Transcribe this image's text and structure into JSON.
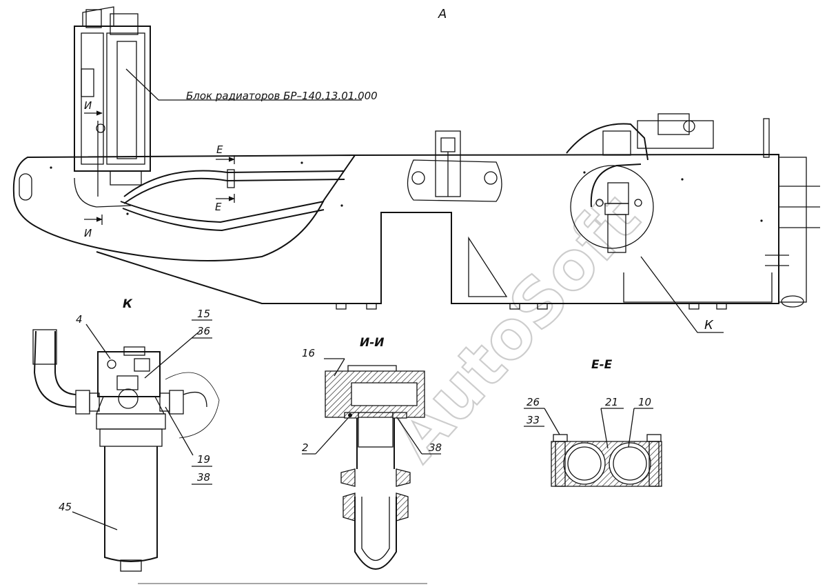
{
  "view": {
    "main_view_label": "А",
    "radiator_block_label": "Блок радиаторов БР–140.13.01.000",
    "view_k_marker": "К",
    "section_i_markers": [
      "И",
      "И"
    ],
    "section_e_markers": [
      "Е",
      "Е"
    ],
    "watermark": "AutoSoft"
  },
  "detail_k": {
    "title": "К",
    "callouts": [
      "4",
      "15",
      "36",
      "19",
      "38",
      "45"
    ]
  },
  "section_ii": {
    "title": "И-И",
    "callouts": [
      "16",
      "2",
      "38"
    ]
  },
  "section_ee": {
    "title": "Е-Е",
    "callouts": [
      "26",
      "33",
      "21",
      "10"
    ]
  }
}
